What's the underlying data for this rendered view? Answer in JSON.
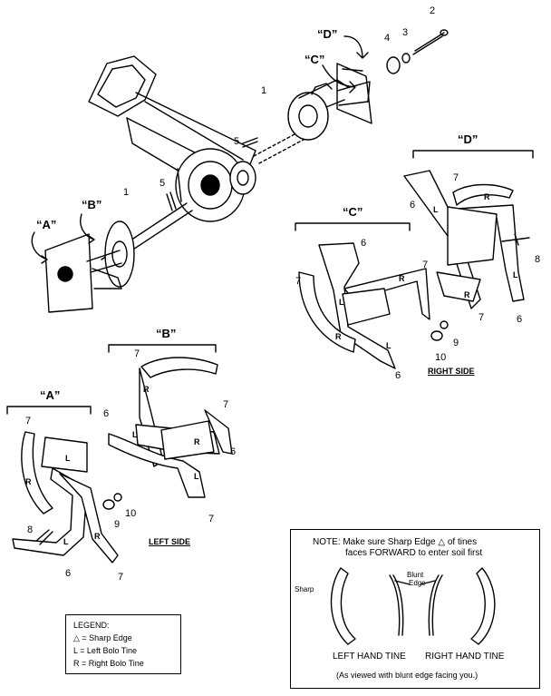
{
  "groups": {
    "a": "“A”",
    "b": "“B”",
    "c": "“C”",
    "d": "“D”"
  },
  "callouts": {
    "n1a": "1",
    "n1b": "1",
    "n2": "2",
    "n3": "3",
    "n4": "4",
    "n5a": "5",
    "n5b": "5",
    "n6a": "6",
    "n6b": "6",
    "n6c": "6",
    "n6d": "6",
    "n6e": "6",
    "n6f": "6",
    "n6g": "6",
    "n7a": "7",
    "n7b": "7",
    "n7c": "7",
    "n7d": "7",
    "n7e": "7",
    "n7f": "7",
    "n7g": "7",
    "n7h": "7",
    "n7i": "7",
    "n8a": "8",
    "n8b": "8",
    "n9a": "9",
    "n9b": "9",
    "n10a": "10",
    "n10b": "10"
  },
  "tine_letters": {
    "l": "L",
    "r": "R"
  },
  "side_labels": {
    "right": "RIGHT SIDE",
    "left": "LEFT SIDE"
  },
  "note": {
    "line1": "NOTE:  Make sure Sharp Edge △ of tines",
    "line2": "faces FORWARD to enter soil first",
    "sharp": "Sharp",
    "blunt1": "Blunt",
    "blunt2": "Edge",
    "left_tine": "LEFT HAND TINE",
    "right_tine": "RIGHT HAND TINE",
    "footer": "(As viewed with blunt edge facing you.)"
  },
  "legend": {
    "title": "LEGEND:",
    "item1": "△  = Sharp Edge",
    "item2": "L  = Left Bolo Tine",
    "item3": "R  = Right Bolo Tine"
  }
}
